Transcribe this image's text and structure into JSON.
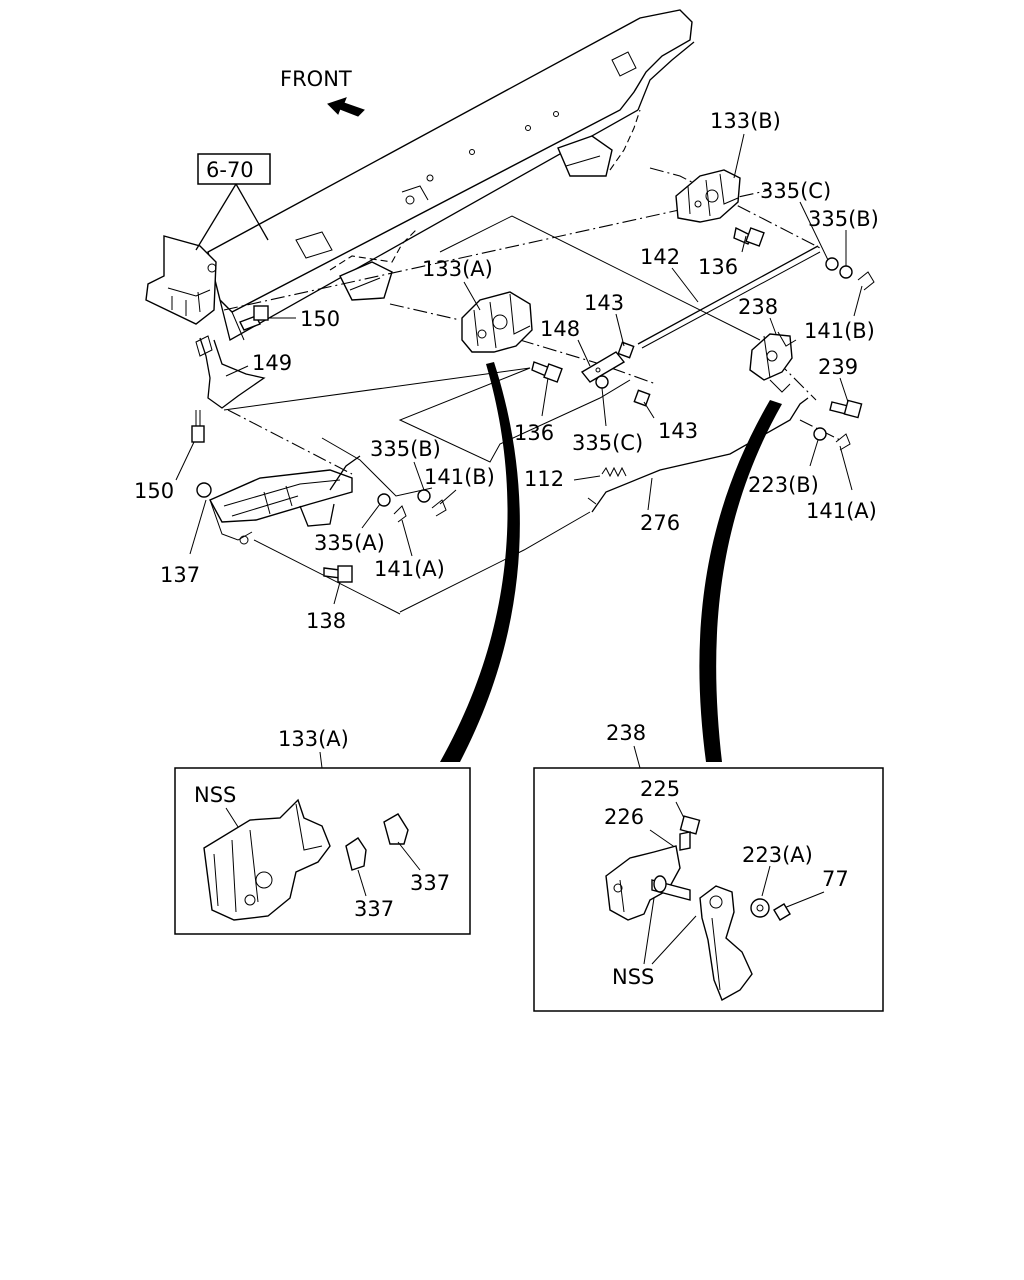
{
  "front_label": "FRONT",
  "ref_label": "6-70",
  "callouts": {
    "c133a": "133(A)",
    "c133b": "133(B)",
    "c335c_top": "335(C)",
    "c335b_top": "335(B)",
    "c142": "142",
    "c136_top": "136",
    "c238": "238",
    "c141b_right": "141(B)",
    "c239": "239",
    "c143_top": "143",
    "c148": "148",
    "c150_top": "150",
    "c149": "149",
    "c136_mid": "136",
    "c335c_mid": "335(C)",
    "c143_mid": "143",
    "c335b_left": "335(B)",
    "c141b_left": "141(B)",
    "c112": "112",
    "c223b": "223(B)",
    "c141a_right": "141(A)",
    "c276": "276",
    "c150_left": "150",
    "c335a": "335(A)",
    "c141a_left": "141(A)",
    "c137": "137",
    "c138": "138"
  },
  "inset_left": {
    "title": "133(A)",
    "nss": "NSS",
    "c337_right": "337",
    "c337_bottom": "337"
  },
  "inset_right": {
    "title": "238",
    "c225": "225",
    "c226": "226",
    "c223a": "223(A)",
    "c77": "77",
    "nss": "NSS"
  }
}
